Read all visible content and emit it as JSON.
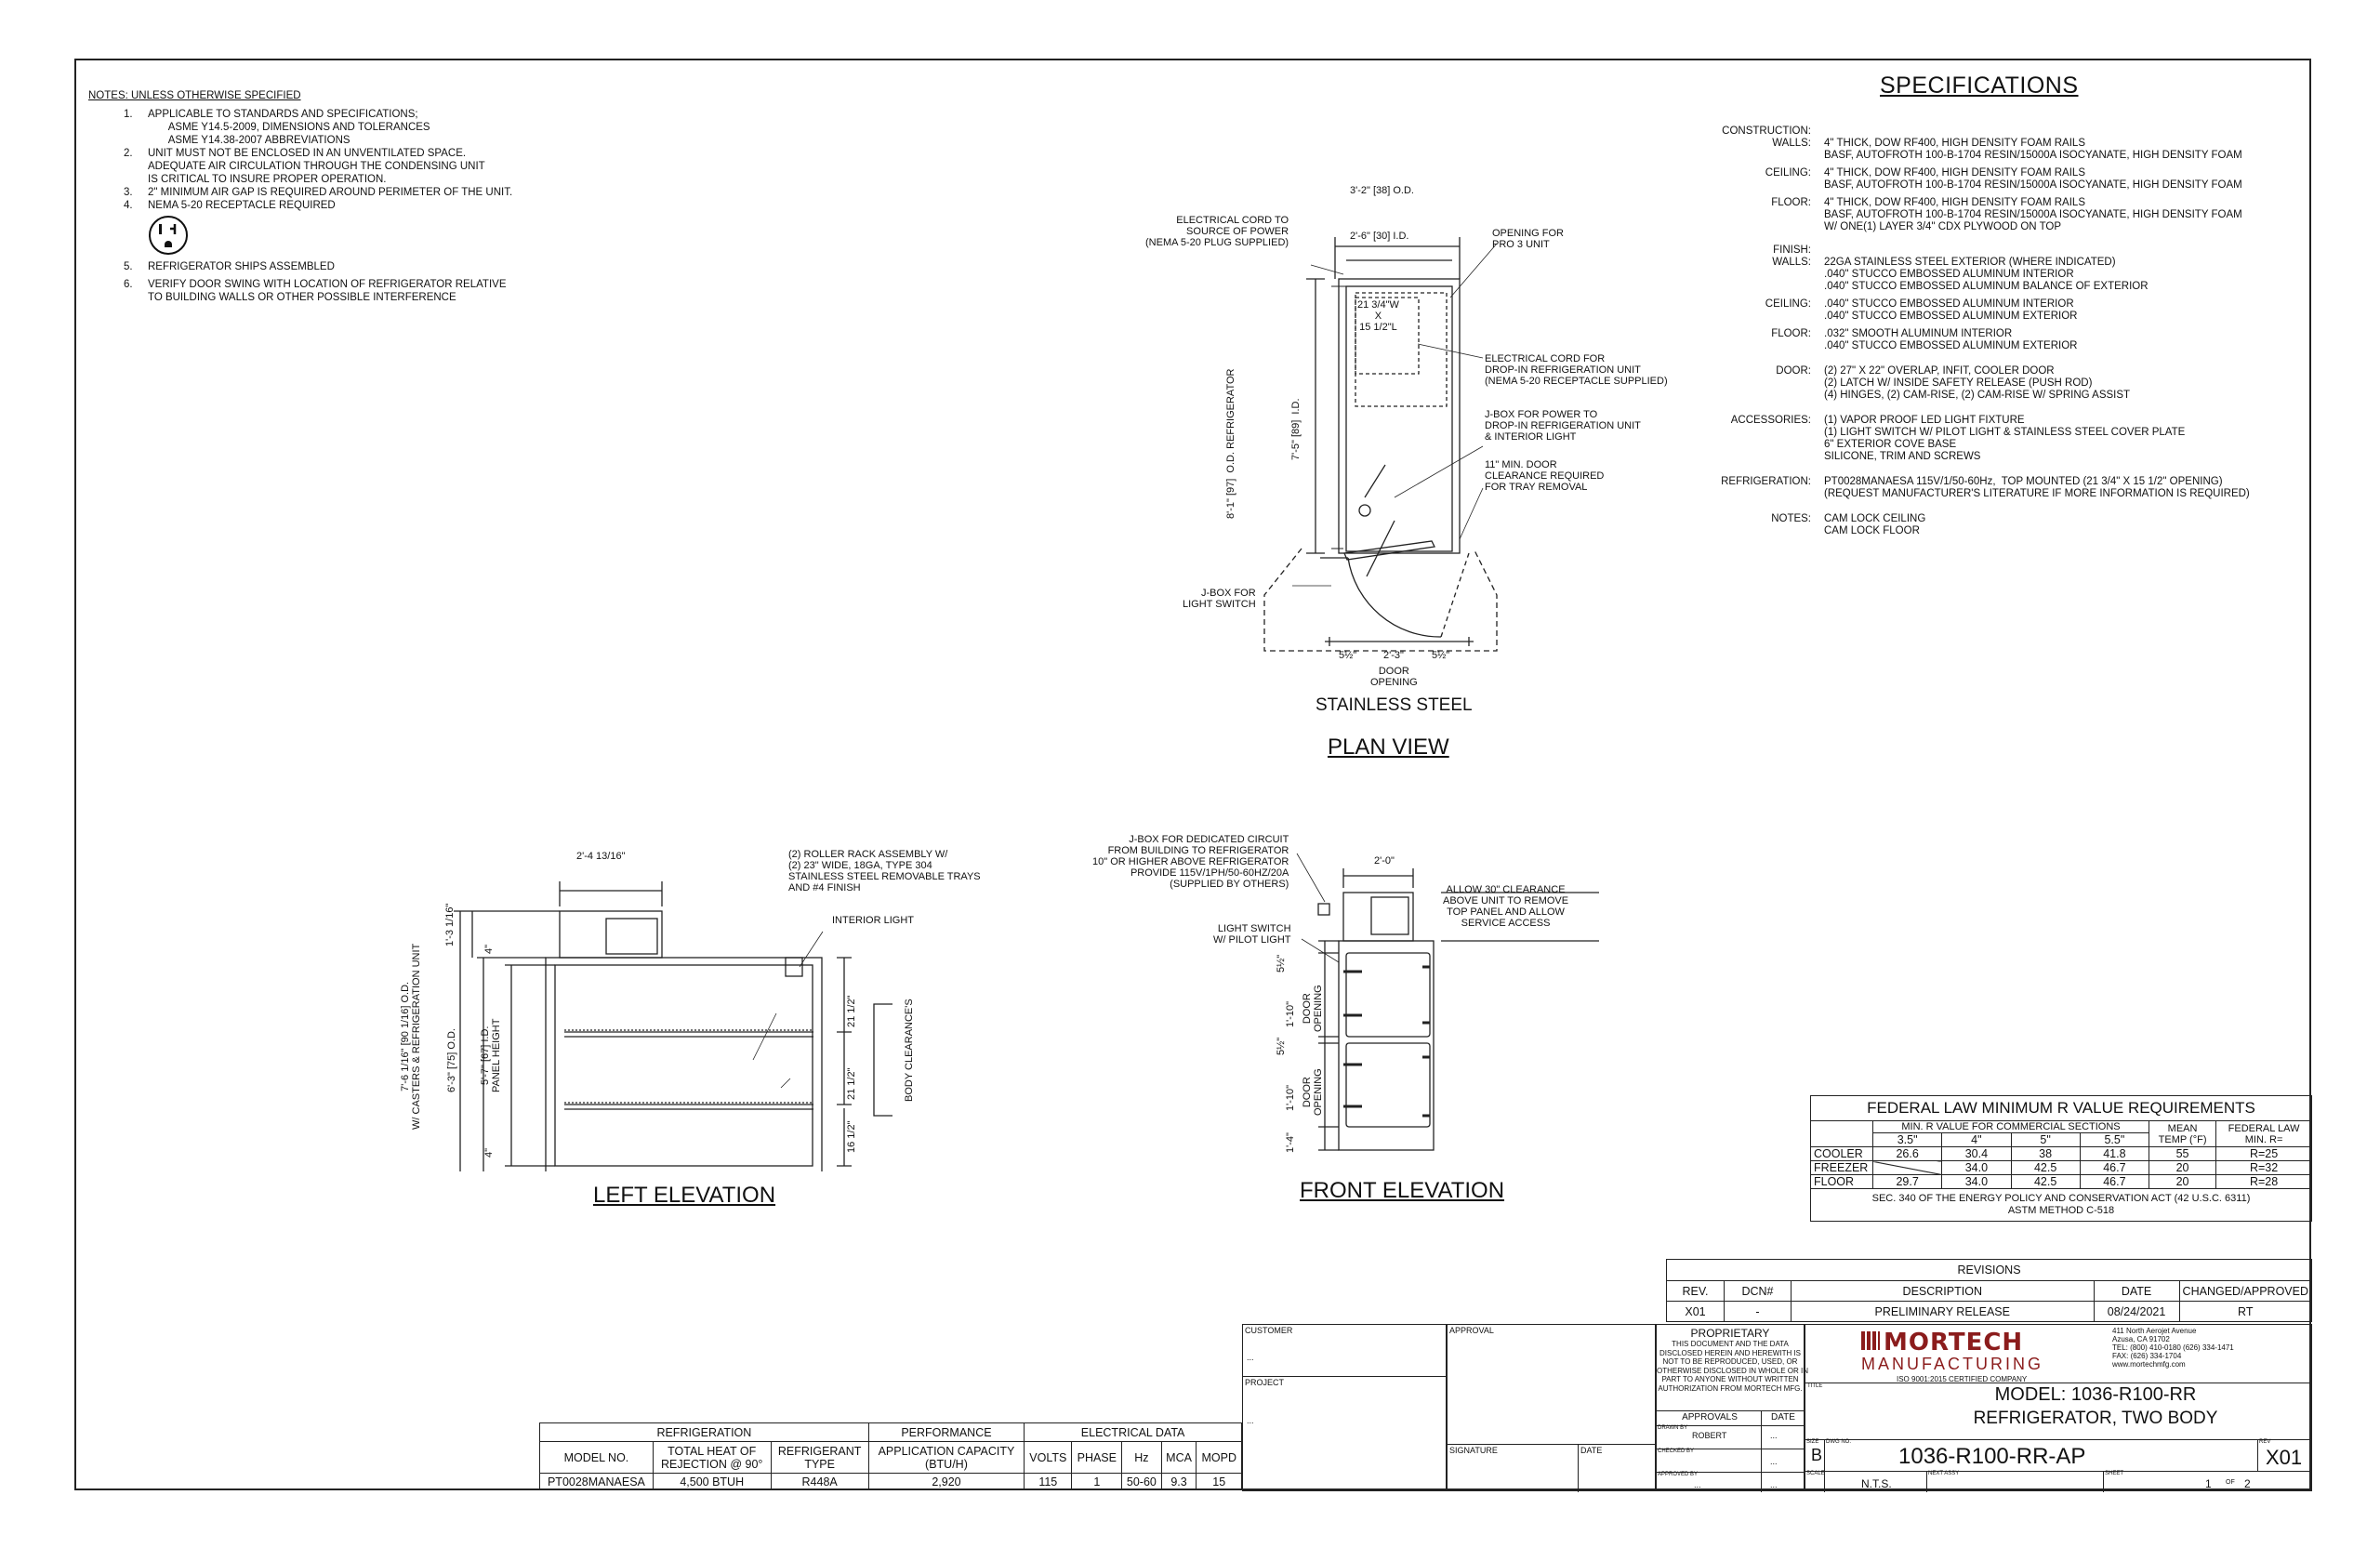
{
  "notes": {
    "title": "NOTES: UNLESS OTHERWISE SPECIFIED",
    "items": [
      {
        "num": "1.",
        "text": "APPLICABLE TO STANDARDS AND SPECIFICATIONS;\n       ASME Y14.5-2009, DIMENSIONS AND TOLERANCES\n       ASME Y14.38-2007 ABBREVIATIONS"
      },
      {
        "num": "2.",
        "text": "UNIT MUST NOT BE ENCLOSED IN AN UNVENTILATED SPACE.\nADEQUATE AIR CIRCULATION THROUGH THE CONDENSING UNIT\nIS CRITICAL TO INSURE PROPER OPERATION."
      },
      {
        "num": "3.",
        "text": "2\" MINIMUM AIR GAP IS REQUIRED AROUND PERIMETER OF THE UNIT."
      },
      {
        "num": "4.",
        "text": "NEMA 5-20 RECEPTACLE REQUIRED"
      },
      {
        "num": "5.",
        "text": "REFRIGERATOR SHIPS ASSEMBLED"
      },
      {
        "num": "6.",
        "text": "VERIFY DOOR SWING WITH LOCATION OF REFRIGERATOR RELATIVE\nTO BUILDING WALLS OR OTHER POSSIBLE INTERFERENCE"
      }
    ]
  },
  "specifications": {
    "title": "SPECIFICATIONS",
    "rows": [
      {
        "label": "CONSTRUCTION:\nWALLS:",
        "value": "\n4\" THICK, DOW RF400, HIGH DENSITY FOAM RAILS\nBASF, AUTOFROTH 100-B-1704 RESIN/15000A ISOCYANATE, HIGH DENSITY FOAM"
      },
      {
        "label": "CEILING:",
        "value": "4\" THICK, DOW RF400, HIGH DENSITY FOAM RAILS\nBASF, AUTOFROTH 100-B-1704 RESIN/15000A ISOCYANATE, HIGH DENSITY FOAM"
      },
      {
        "label": "FLOOR:",
        "value": "4\" THICK, DOW RF400, HIGH DENSITY FOAM RAILS\nBASF, AUTOFROTH 100-B-1704 RESIN/15000A ISOCYANATE, HIGH DENSITY FOAM\nW/ ONE(1) LAYER 3/4\" CDX PLYWOOD ON TOP"
      },
      {
        "label": "FINISH:\nWALLS:",
        "value": "\n22GA STAINLESS STEEL EXTERIOR (WHERE INDICATED)\n.040\" STUCCO EMBOSSED ALUMINUM INTERIOR\n.040\" STUCCO EMBOSSED ALUMINUM BALANCE OF EXTERIOR"
      },
      {
        "label": "CEILING:",
        "value": ".040\" STUCCO EMBOSSED ALUMINUM INTERIOR\n.040\" STUCCO EMBOSSED ALUMINUM EXTERIOR"
      },
      {
        "label": "FLOOR:",
        "value": ".032\" SMOOTH ALUMINUM INTERIOR\n.040\" STUCCO EMBOSSED ALUMINUM EXTERIOR"
      },
      {
        "label": "DOOR:",
        "value": "(2) 27\" X 22\" OVERLAP, INFIT, COOLER DOOR\n(2) LATCH W/ INSIDE SAFETY RELEASE (PUSH ROD)\n(4) HINGES, (2) CAM-RISE, (2) CAM-RISE W/ SPRING ASSIST"
      },
      {
        "label": "ACCESSORIES:",
        "value": "(1) VAPOR PROOF LED LIGHT FIXTURE\n(1) LIGHT SWITCH W/ PILOT LIGHT & STAINLESS STEEL COVER PLATE\n6\" EXTERIOR COVE BASE\nSILICONE, TRIM AND SCREWS"
      },
      {
        "label": "REFRIGERATION:",
        "value": "PT0028MANAESA 115V/1/50-60Hz,  TOP MOUNTED (21 3/4\" X 15 1/2\" OPENING)\n(REQUEST MANUFACTURER'S LITERATURE IF MORE INFORMATION IS REQUIRED)"
      },
      {
        "label": "NOTES:",
        "value": "CAM LOCK CEILING\nCAM LOCK FLOOR"
      }
    ]
  },
  "plan_view": {
    "title": "PLAN VIEW",
    "stainless": "STAINLESS STEEL",
    "callouts": {
      "cord": "ELECTRICAL CORD TO\nSOURCE OF POWER\n(NEMA 5-20 PLUG SUPPLIED)",
      "opening": "OPENING FOR\nPRO 3 UNIT",
      "cord2": "ELECTRICAL CORD FOR\nDROP-IN REFRIGERATION UNIT\n(NEMA 5-20 RECEPTACLE SUPPLIED)",
      "jbox_power": "J-BOX FOR POWER TO\nDROP-IN REFRIGERATION UNIT\n& INTERIOR LIGHT",
      "clearance": "11\" MIN. DOOR\nCLEARANCE REQUIRED\nFOR TRAY REMOVAL",
      "jbox_light": "J-BOX FOR\nLIGHT SWITCH",
      "door_opening": "DOOR\nOPENING",
      "opening_size": "21 3/4\"W\nX\n15 1/2\"L"
    },
    "dims": {
      "od_width": "3'-2\" [38] O.D.",
      "id_width": "2'-6\" [30] I.D.",
      "od_depth": "8'-1\" [97]  O.D. REFRIGERATOR",
      "id_depth": "7'-5\" [89]  I.D.",
      "door": "2'-3\"",
      "side": "5½\""
    }
  },
  "left_elevation": {
    "title": "LEFT ELEVATION",
    "callouts": {
      "rack": "(2) ROLLER RACK ASSEMBLY W/\n(2) 23\" WIDE, 18GA, TYPE 304\nSTAINLESS STEEL REMOVABLE TRAYS\nAND #4 FINISH",
      "light": "INTERIOR LIGHT",
      "body": "BODY CLEARANCE'S"
    },
    "dims": {
      "unit_w": "2'-4 13/16\"",
      "overall": "7'-6 1/16\" [90 1/16] O.D.\nW/ CASTERS & REFRIGERATION UNIT",
      "od": "6'-3\" [75] O.D.",
      "id": "5'-7\" [67] I.D.\nPANEL HEIGHT",
      "unit_h": "1'-3 1/16\"",
      "top": "4\"",
      "bottom": "4\"",
      "tray1": "21 1/2\"",
      "tray2": "21 1/2\"",
      "low": "16 1/2\""
    }
  },
  "front_elevation": {
    "title": "FRONT ELEVATION",
    "callouts": {
      "jbox": "J-BOX FOR DEDICATED CIRCUIT\nFROM BUILDING TO REFRIGERATOR\n10\" OR HIGHER ABOVE REFRIGERATOR\nPROVIDE 115V/1PH/50-60HZ/20A\n(SUPPLIED BY OTHERS)",
      "clearance": "ALLOW 30\" CLEARANCE\nABOVE UNIT TO REMOVE\nTOP PANEL AND ALLOW\nSERVICE ACCESS",
      "switch": "LIGHT SWITCH\nW/ PILOT LIGHT"
    },
    "dims": {
      "unit_w": "2'-0\"",
      "door1": "1'-10\"",
      "door2": "1'-10\"",
      "base": "1'-4\"",
      "gap": "5½\"",
      "door_label": "DOOR\nOPENING"
    }
  },
  "r_value_table": {
    "title": "FEDERAL LAW MINIMUM R VALUE REQUIREMENTS",
    "group_header": "MIN. R VALUE FOR COMMERCIAL SECTIONS",
    "mean_header": "MEAN\nTEMP (°F)",
    "law_header": "FEDERAL LAW\nMIN. R=",
    "sections": [
      "3.5\"",
      "4\"",
      "5\"",
      "5.5\""
    ],
    "rows": [
      {
        "name": "COOLER",
        "values": [
          "26.6",
          "30.4",
          "38",
          "41.8"
        ],
        "mean": "55",
        "law": "R=25"
      },
      {
        "name": "FREEZER",
        "values": [
          "",
          "34.0",
          "42.5",
          "46.7"
        ],
        "mean": "20",
        "law": "R=32"
      },
      {
        "name": "FLOOR",
        "values": [
          "29.7",
          "34.0",
          "42.5",
          "46.7"
        ],
        "mean": "20",
        "law": "R=28"
      }
    ],
    "footer": "SEC. 340 OF THE ENERGY POLICY AND CONSERVATION ACT (42 U.S.C. 6311)\nASTM METHOD C-518"
  },
  "revisions": {
    "title": "REVISIONS",
    "headers": [
      "REV.",
      "DCN#",
      "DESCRIPTION",
      "DATE",
      "CHANGED/APPROVED"
    ],
    "rows": [
      [
        "X01",
        "-",
        "PRELIMINARY RELEASE",
        "08/24/2021",
        "RT"
      ]
    ]
  },
  "perf_table": {
    "groups": [
      "REFRIGERATION",
      "PERFORMANCE",
      "ELECTRICAL DATA"
    ],
    "headers": [
      "MODEL NO.",
      "TOTAL HEAT OF\nREJECTION @ 90°",
      "REFRIGERANT\nTYPE",
      "APPLICATION CAPACITY\n(BTU/H)",
      "VOLTS",
      "PHASE",
      "Hz",
      "MCA",
      "MOPD"
    ],
    "row": [
      "PT0028MANAESA",
      "4,500 BTUH",
      "R448A",
      "2,920",
      "115",
      "1",
      "50-60",
      "9.3",
      "15"
    ]
  },
  "title_block": {
    "customer": "CUSTOMER",
    "project": "PROJECT",
    "approval": "APPROVAL",
    "signature": "SIGNATURE",
    "date_lbl": "DATE",
    "dots": "...",
    "proprietary_title": "PROPRIETARY",
    "proprietary": "THIS DOCUMENT AND THE DATA\nDISCLOSED HEREIN AND HEREWITH IS\nNOT TO BE REPRODUCED, USED, OR\nOTHERWISE DISCLOSED IN WHOLE OR IN\nPART TO ANYONE WITHOUT WRITTEN\nAUTHORIZATION FROM MORTECH MFG.",
    "approvals": "APPROVALS",
    "date": "DATE",
    "drawn_by_lbl": "DRAWN BY",
    "drawn_by": "ROBERT",
    "checked_by_lbl": "CHECKED BY",
    "approved_by_lbl": "APPROVED BY",
    "brand": "MORTECH",
    "brand_sub": "MANUFACTURING",
    "iso": "ISO 9001:2015 CERTIFIED COMPANY",
    "address": "411 North Aerojet Avenue\nAzusa, CA 91702\nTEL: (800) 410-0180 (626) 334-1471\nFAX: (626) 334-1704\nwww.mortechmfg.com",
    "title_lbl": "TITLE",
    "model": "MODEL: 1036-R100-RR",
    "description": "REFRIGERATOR, TWO BODY",
    "size_lbl": "SIZE",
    "size": "B",
    "dwg_lbl": "DWG NO.",
    "dwg": "1036-R100-RR-AP",
    "rev_lbl": "REV",
    "rev": "X01",
    "scale_lbl": "SCALE",
    "scale": "N.T.S.",
    "next_lbl": "NEXT ASSY",
    "sheet_lbl": "SHEET",
    "sheet": "1",
    "of": "OF",
    "total": "2"
  },
  "icons": {
    "receptacle": "nema-5-20-receptacle-icon"
  }
}
